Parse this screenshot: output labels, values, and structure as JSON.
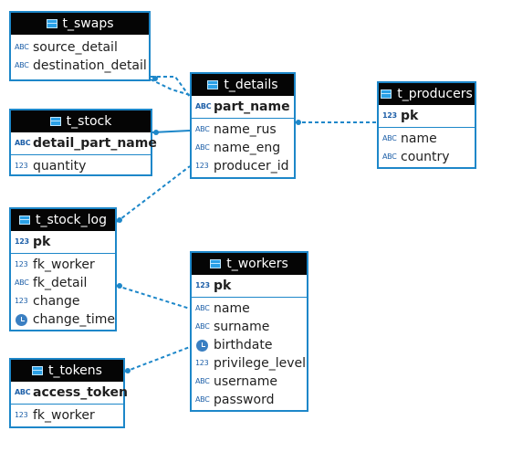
{
  "tables": {
    "swaps": {
      "name": "t_swaps",
      "columns": [
        {
          "type": "ABC",
          "name": "source_detail"
        },
        {
          "type": "ABC",
          "name": "destination_detail"
        }
      ]
    },
    "stock": {
      "name": "t_stock",
      "key": {
        "type": "ABC",
        "name": "detail_part_name"
      },
      "columns": [
        {
          "type": "123",
          "name": "quantity"
        }
      ]
    },
    "details": {
      "name": "t_details",
      "key": {
        "type": "ABC",
        "name": "part_name"
      },
      "columns": [
        {
          "type": "ABC",
          "name": "name_rus"
        },
        {
          "type": "ABC",
          "name": "name_eng"
        },
        {
          "type": "123",
          "name": "producer_id"
        }
      ]
    },
    "producers": {
      "name": "t_producers",
      "key": {
        "type": "123",
        "name": "pk"
      },
      "columns": [
        {
          "type": "ABC",
          "name": "name"
        },
        {
          "type": "ABC",
          "name": "country"
        }
      ]
    },
    "stock_log": {
      "name": "t_stock_log",
      "key": {
        "type": "123",
        "name": "pk"
      },
      "columns": [
        {
          "type": "123",
          "name": "fk_worker"
        },
        {
          "type": "ABC",
          "name": "fk_detail"
        },
        {
          "type": "123",
          "name": "change"
        },
        {
          "type": "clock",
          "name": "change_time"
        }
      ]
    },
    "workers": {
      "name": "t_workers",
      "key": {
        "type": "123",
        "name": "pk"
      },
      "columns": [
        {
          "type": "ABC",
          "name": "name"
        },
        {
          "type": "ABC",
          "name": "surname"
        },
        {
          "type": "clock",
          "name": "birthdate"
        },
        {
          "type": "123",
          "name": "privilege_level"
        },
        {
          "type": "ABC",
          "name": "username"
        },
        {
          "type": "ABC",
          "name": "password"
        }
      ]
    },
    "tokens": {
      "name": "t_tokens",
      "key": {
        "type": "ABC",
        "name": "access_token"
      },
      "columns": [
        {
          "type": "123",
          "name": "fk_worker"
        }
      ]
    }
  }
}
